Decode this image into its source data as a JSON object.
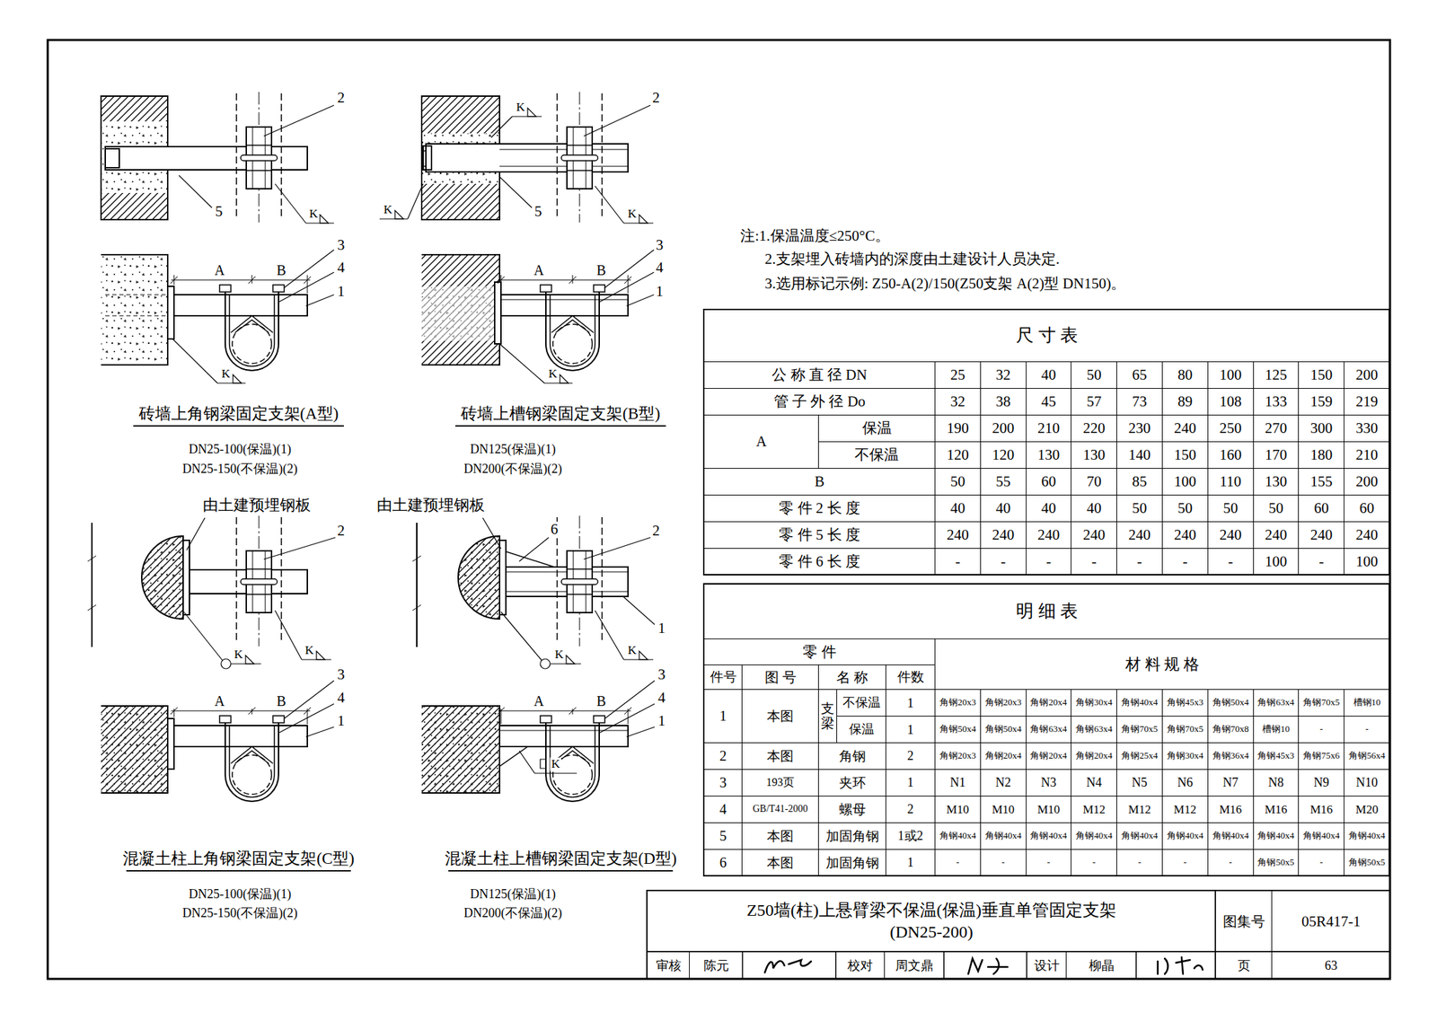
{
  "diagram": {
    "title": "Z50墙(柱)上悬臂梁不保温(保温)垂直单管固定支架 (DN25-200)",
    "labels": [
      "2",
      "5",
      "K",
      "A",
      "B",
      "3",
      "4",
      "1",
      "K",
      "砖墙上角钢梁固定支架(A型)",
      "DN25-100(保温)(1)",
      "DN25-150(不保温)(2)",
      "2",
      "K",
      "K",
      "5",
      "K",
      "A",
      "B",
      "3",
      "4",
      "1",
      "K",
      "砖墙上槽钢梁固定支架(B型)",
      "DN125(保温)(1)",
      "DN200(不保温)(2)",
      "由土建预埋钢板",
      "2",
      "K",
      "K",
      "A",
      "B",
      "3",
      "4",
      "1",
      "混凝土柱上角钢梁固定支架(C型)",
      "DN25-100(保温)(1)",
      "DN25-150(不保温)(2)",
      "由土建预埋钢板",
      "6",
      "2",
      "1",
      "K",
      "K",
      "A",
      "B",
      "3",
      "4",
      "1",
      "K",
      "混凝土柱上槽钢梁固定支架(D型)",
      "DN125(保温)(1)",
      "DN200(不保温)(2)",
      "注:1.保温温度≤250°C。",
      "2.支架埋入砖墙内的深度由土建设计人员决定.",
      "3.选用标记示例: Z50-A(2)/150(Z50支架 A(2)型 DN150)。",
      "尺 寸 表",
      "公 称 直 径 DN",
      "25",
      "32",
      "40",
      "50",
      "65",
      "80",
      "100",
      "125",
      "150",
      "200",
      "管 子 外 径 Do",
      "32",
      "38",
      "45",
      "57",
      "73",
      "89",
      "108",
      "133",
      "159",
      "219",
      "A",
      "保温",
      "190",
      "200",
      "210",
      "220",
      "230",
      "240",
      "250",
      "270",
      "300",
      "330",
      "不保温",
      "120",
      "120",
      "130",
      "130",
      "140",
      "150",
      "160",
      "170",
      "180",
      "210",
      "B",
      "50",
      "55",
      "60",
      "70",
      "85",
      "100",
      "110",
      "130",
      "155",
      "200",
      "零 件 2 长 度",
      "40",
      "40",
      "40",
      "40",
      "50",
      "50",
      "50",
      "50",
      "60",
      "60",
      "零 件 5 长 度",
      "240",
      "240",
      "240",
      "240",
      "240",
      "240",
      "240",
      "240",
      "240",
      "240",
      "零 件 6 长 度",
      "-",
      "-",
      "-",
      "-",
      "-",
      "-",
      "-",
      "100",
      "-",
      "100",
      "明 细 表",
      "零 件",
      "材 料 规 格",
      "件号",
      "图 号",
      "名 称",
      "件数",
      "1",
      "本图",
      "支梁",
      "不保温",
      "1",
      "角钢20x3",
      "角钢20x3",
      "角钢20x4",
      "角钢30x4",
      "角钢40x4",
      "角钢45x3",
      "角钢50x4",
      "角钢63x4",
      "角钢70x5",
      "槽钢10",
      "保温",
      "1",
      "角钢50x4",
      "角钢50x4",
      "角钢63x4",
      "角钢63x4",
      "角钢70x5",
      "角钢70x5",
      "角钢70x8",
      "槽钢10",
      "-",
      "-",
      "2",
      "本图",
      "角钢",
      "2",
      "角钢20x3",
      "角钢20x4",
      "角钢20x4",
      "角钢20x4",
      "角钢25x4",
      "角钢30x4",
      "角钢36x4",
      "角钢45x3",
      "角钢75x6",
      "角钢56x4",
      "3",
      "193页",
      "夹环",
      "1",
      "N1",
      "N2",
      "N3",
      "N4",
      "N5",
      "N6",
      "N7",
      "N8",
      "N9",
      "N10",
      "4",
      "GB/T41-2000",
      "螺母",
      "2",
      "M10",
      "M10",
      "M10",
      "M12",
      "M12",
      "M12",
      "M16",
      "M16",
      "M16",
      "M20",
      "5",
      "本图",
      "加固角钢",
      "1或2",
      "角钢40x4",
      "角钢40x4",
      "角钢40x4",
      "角钢40x4",
      "角钢40x4",
      "角钢40x4",
      "角钢40x4",
      "角钢40x4",
      "角钢40x4",
      "角钢40x4",
      "6",
      "本图",
      "加固角钢",
      "1",
      "-",
      "-",
      "-",
      "-",
      "-",
      "-",
      "-",
      "角钢50x5",
      "-",
      "角钢50x5",
      "图集号",
      "05R417-1",
      "审核",
      "陈元",
      "校对",
      "周文鼎",
      "设计",
      "柳晶",
      "页",
      "63"
    ]
  }
}
